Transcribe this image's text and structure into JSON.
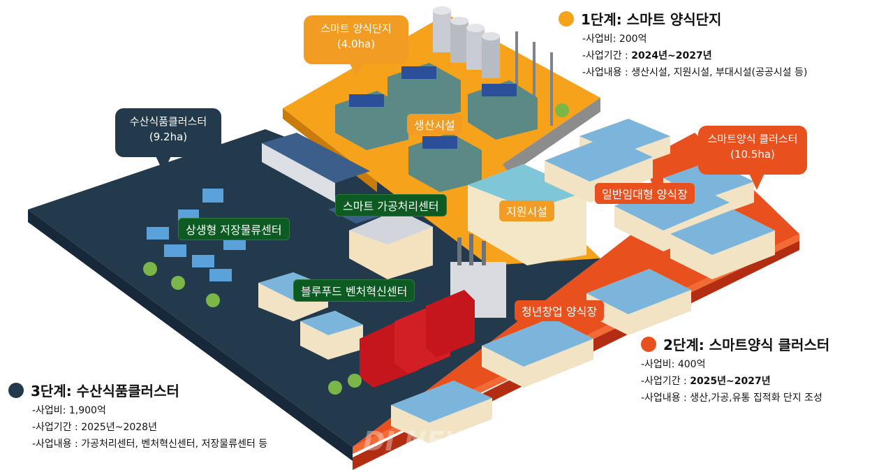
{
  "colors": {
    "phase1": "#f7a21b",
    "phase2": "#e8501e",
    "phase3": "#233a4d",
    "label_green": "#0d5a23"
  },
  "callouts": {
    "smart_complex": {
      "title": "스마트  양식단지",
      "area": "(4.0ha)"
    },
    "seafood_cluster": {
      "title": "수산식품클러스터",
      "area": "(9.2ha)"
    },
    "smart_cluster": {
      "title": "스마트양식  클러스터",
      "area": "(10.5ha)"
    }
  },
  "labels": {
    "production": "생산시설",
    "smart_processing": "스마트 가공처리센터",
    "cold_storage": "상생형 저장물류센터",
    "support": "지원시설",
    "general_lease": "일반임대형 양식장",
    "bluefood": "블루푸드 벤처혁신센터",
    "youth": "청년창업 양식장"
  },
  "phase1": {
    "title": "1단계: 스마트 양식단지",
    "cost": "-사업비: 200억",
    "period_label": "-사업기간 : ",
    "period": "2024년~2027년",
    "content": "-사업내용 : 생산시설, 지원시설,  부대시설(공공시설 등)"
  },
  "phase2": {
    "title": "2단계:  스마트양식  클러스터",
    "cost": "-사업비: 400억",
    "period_label": "-사업기간 : ",
    "period": "2025년~2027년",
    "content": "-사업내용 : 생산,가공,유통 집적화 단지 조성"
  },
  "phase3": {
    "title": "3단계: 수산식품클러스터",
    "cost": "-사업비: 1,900억",
    "period_label": "-사업기간 : ",
    "period": "2025년~2028년",
    "content": "-사업내용 : 가공처리센터, 벤처혁신센터, 저장물류센터 등"
  },
  "watermark": "DI NEWS"
}
